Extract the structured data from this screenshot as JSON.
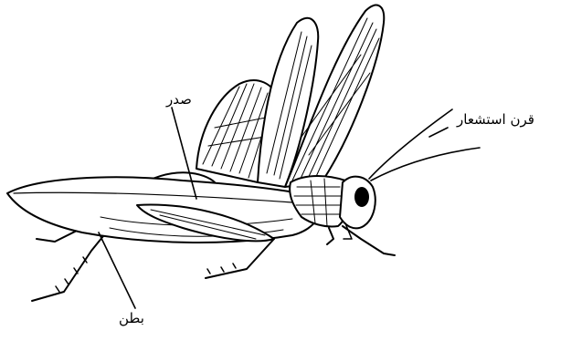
{
  "labels": {
    "thorax": "صدر",
    "antenna": "قرن استشعار",
    "abdomen": "بطن"
  }
}
